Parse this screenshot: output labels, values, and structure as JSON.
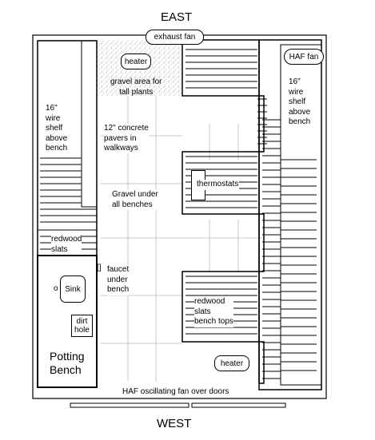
{
  "compass": {
    "top": "EAST",
    "bottom": "WEST"
  },
  "equipment": {
    "exhaust_fan": "exhaust fan",
    "heater_top": "heater",
    "heater_bottom": "heater",
    "haf_fan": "HAF fan",
    "thermostats": "thermostats",
    "faucet_symbol": "[]",
    "sink_drain": "o",
    "sink": "Sink",
    "dirt_hole": "dirt\nhole"
  },
  "labels": {
    "gravel_tall": "gravel area for\ntall plants",
    "wire_shelf_left": "16\"\nwire\nshelf\nabove\nbench",
    "wire_shelf_right": "16\"\nwire\nshelf\nabove\nbench",
    "pavers": "12\" concrete\npavers in\nwalkways",
    "gravel_benches": "Gravel under\nall benches",
    "redwood_slats_left": "redwood\nslats",
    "faucet": "faucet\nunder\nbench",
    "redwood_bench_tops": "redwood\nslats\nbench tops",
    "potting_bench": "Potting\nBench",
    "haf_oscillating": "HAF oscillating fan over doors"
  }
}
